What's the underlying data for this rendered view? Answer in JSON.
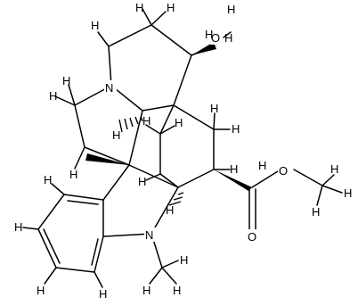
{
  "molecule": {
    "atoms": {
      "H_top_mid": "H",
      "H_top_right": "H",
      "H_oh_top": "H",
      "H_oh_left": "H",
      "O_oh": "O",
      "H_left_top": "H",
      "H_left_mid": "H",
      "N_upper": "N",
      "H_upper_a": "H",
      "H_upper_b": "H",
      "H_c1": "H",
      "H_c2": "H",
      "H_c3": "H",
      "H_c4": "H",
      "H_right_a": "H",
      "H_right_b": "H",
      "H_center": "H",
      "H_mid_left": "H",
      "H_ester_a": "H",
      "O_ester": "O",
      "H_me_a": "H",
      "H_me_b": "H",
      "H_me_c": "H",
      "O_carbonyl": "O",
      "H_ar_1": "H",
      "H_ar_2": "H",
      "H_ar_3": "H",
      "H_ar_4": "H",
      "N_lower": "N",
      "H_nme_a": "H",
      "H_nme_b": "H",
      "H_nme_c": "H",
      "H_low_mid": "H"
    }
  }
}
